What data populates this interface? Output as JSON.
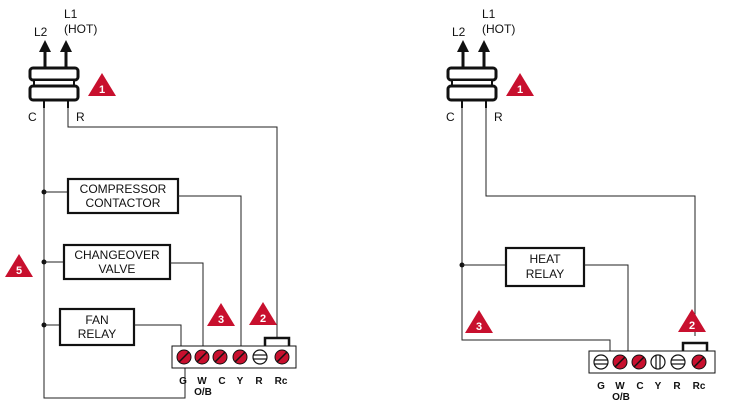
{
  "colors": {
    "warning_triangle": "#c8102e",
    "terminal_red": "#c8102e",
    "line": "#222222"
  },
  "left_diagram": {
    "l2_label": "L2",
    "l1_label": "L1",
    "hot_label": "(HOT)",
    "c_label": "C",
    "r_label": "R",
    "warnings": [
      "1",
      "5",
      "3",
      "2"
    ],
    "boxes": [
      {
        "line1": "COMPRESSOR",
        "line2": "CONTACTOR"
      },
      {
        "line1": "CHANGEOVER",
        "line2": "VALVE"
      },
      {
        "line1": "FAN",
        "line2": "RELAY"
      }
    ],
    "terminals": [
      "G",
      "W",
      "C",
      "Y",
      "R",
      "Rc"
    ],
    "terminal_sublabel": "O/B"
  },
  "right_diagram": {
    "l2_label": "L2",
    "l1_label": "L1",
    "hot_label": "(HOT)",
    "c_label": "C",
    "r_label": "R",
    "warnings": [
      "1",
      "3",
      "2"
    ],
    "boxes": [
      {
        "line1": "HEAT",
        "line2": "RELAY"
      }
    ],
    "terminals": [
      "G",
      "W",
      "C",
      "Y",
      "R",
      "Rc"
    ],
    "terminal_sublabel": "O/B"
  }
}
